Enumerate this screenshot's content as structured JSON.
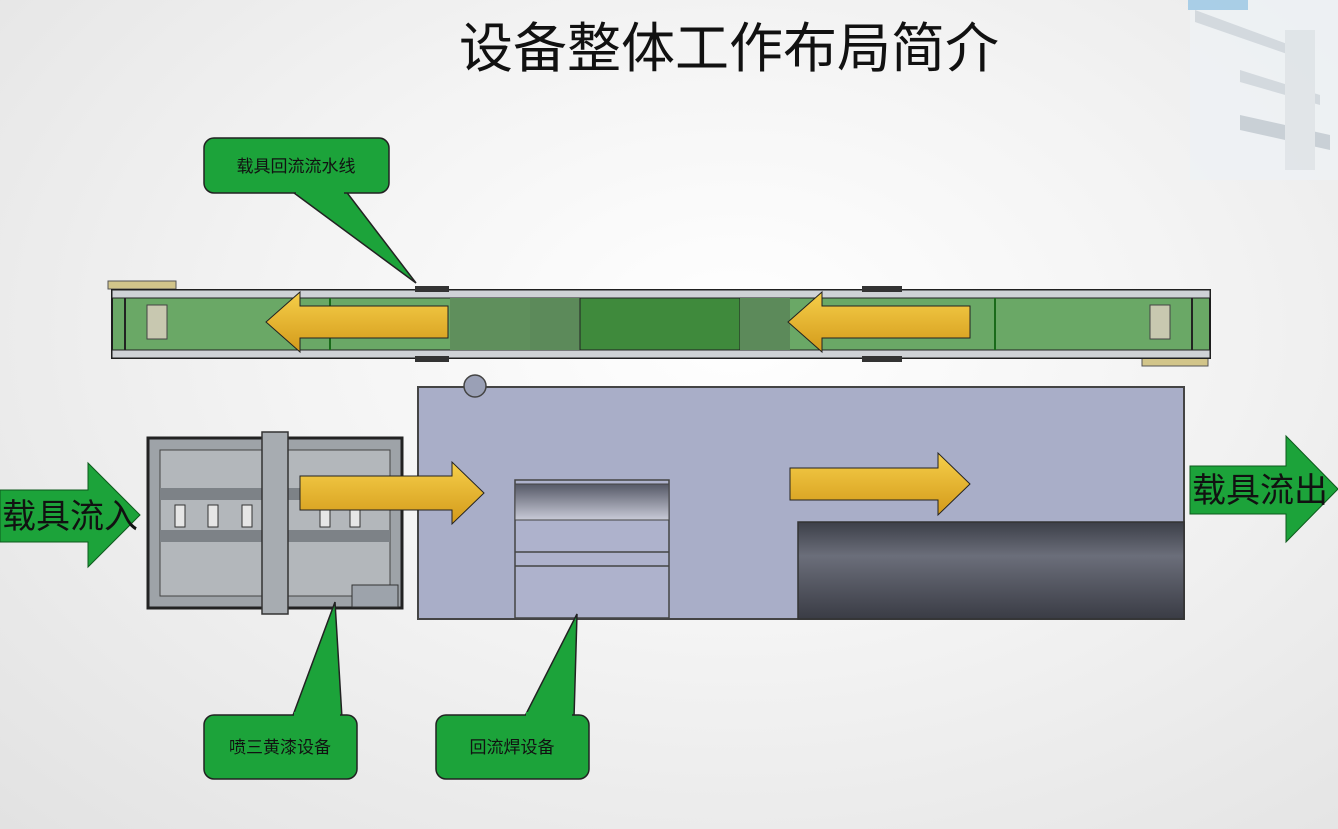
{
  "title": "设备整体工作布局简介",
  "callouts": {
    "return_line": "载具回流流水线",
    "spray_equipment": "喷三黄漆设备",
    "reflow_equipment": "回流焊设备"
  },
  "flow": {
    "in_label": "载具流入",
    "out_label": "载具流出"
  },
  "colors": {
    "callout_green": "#1ca33a",
    "arrow_gold": "#e8b52a",
    "conveyor_green": "#6aa866",
    "reflow_body": "#a9aec8"
  }
}
